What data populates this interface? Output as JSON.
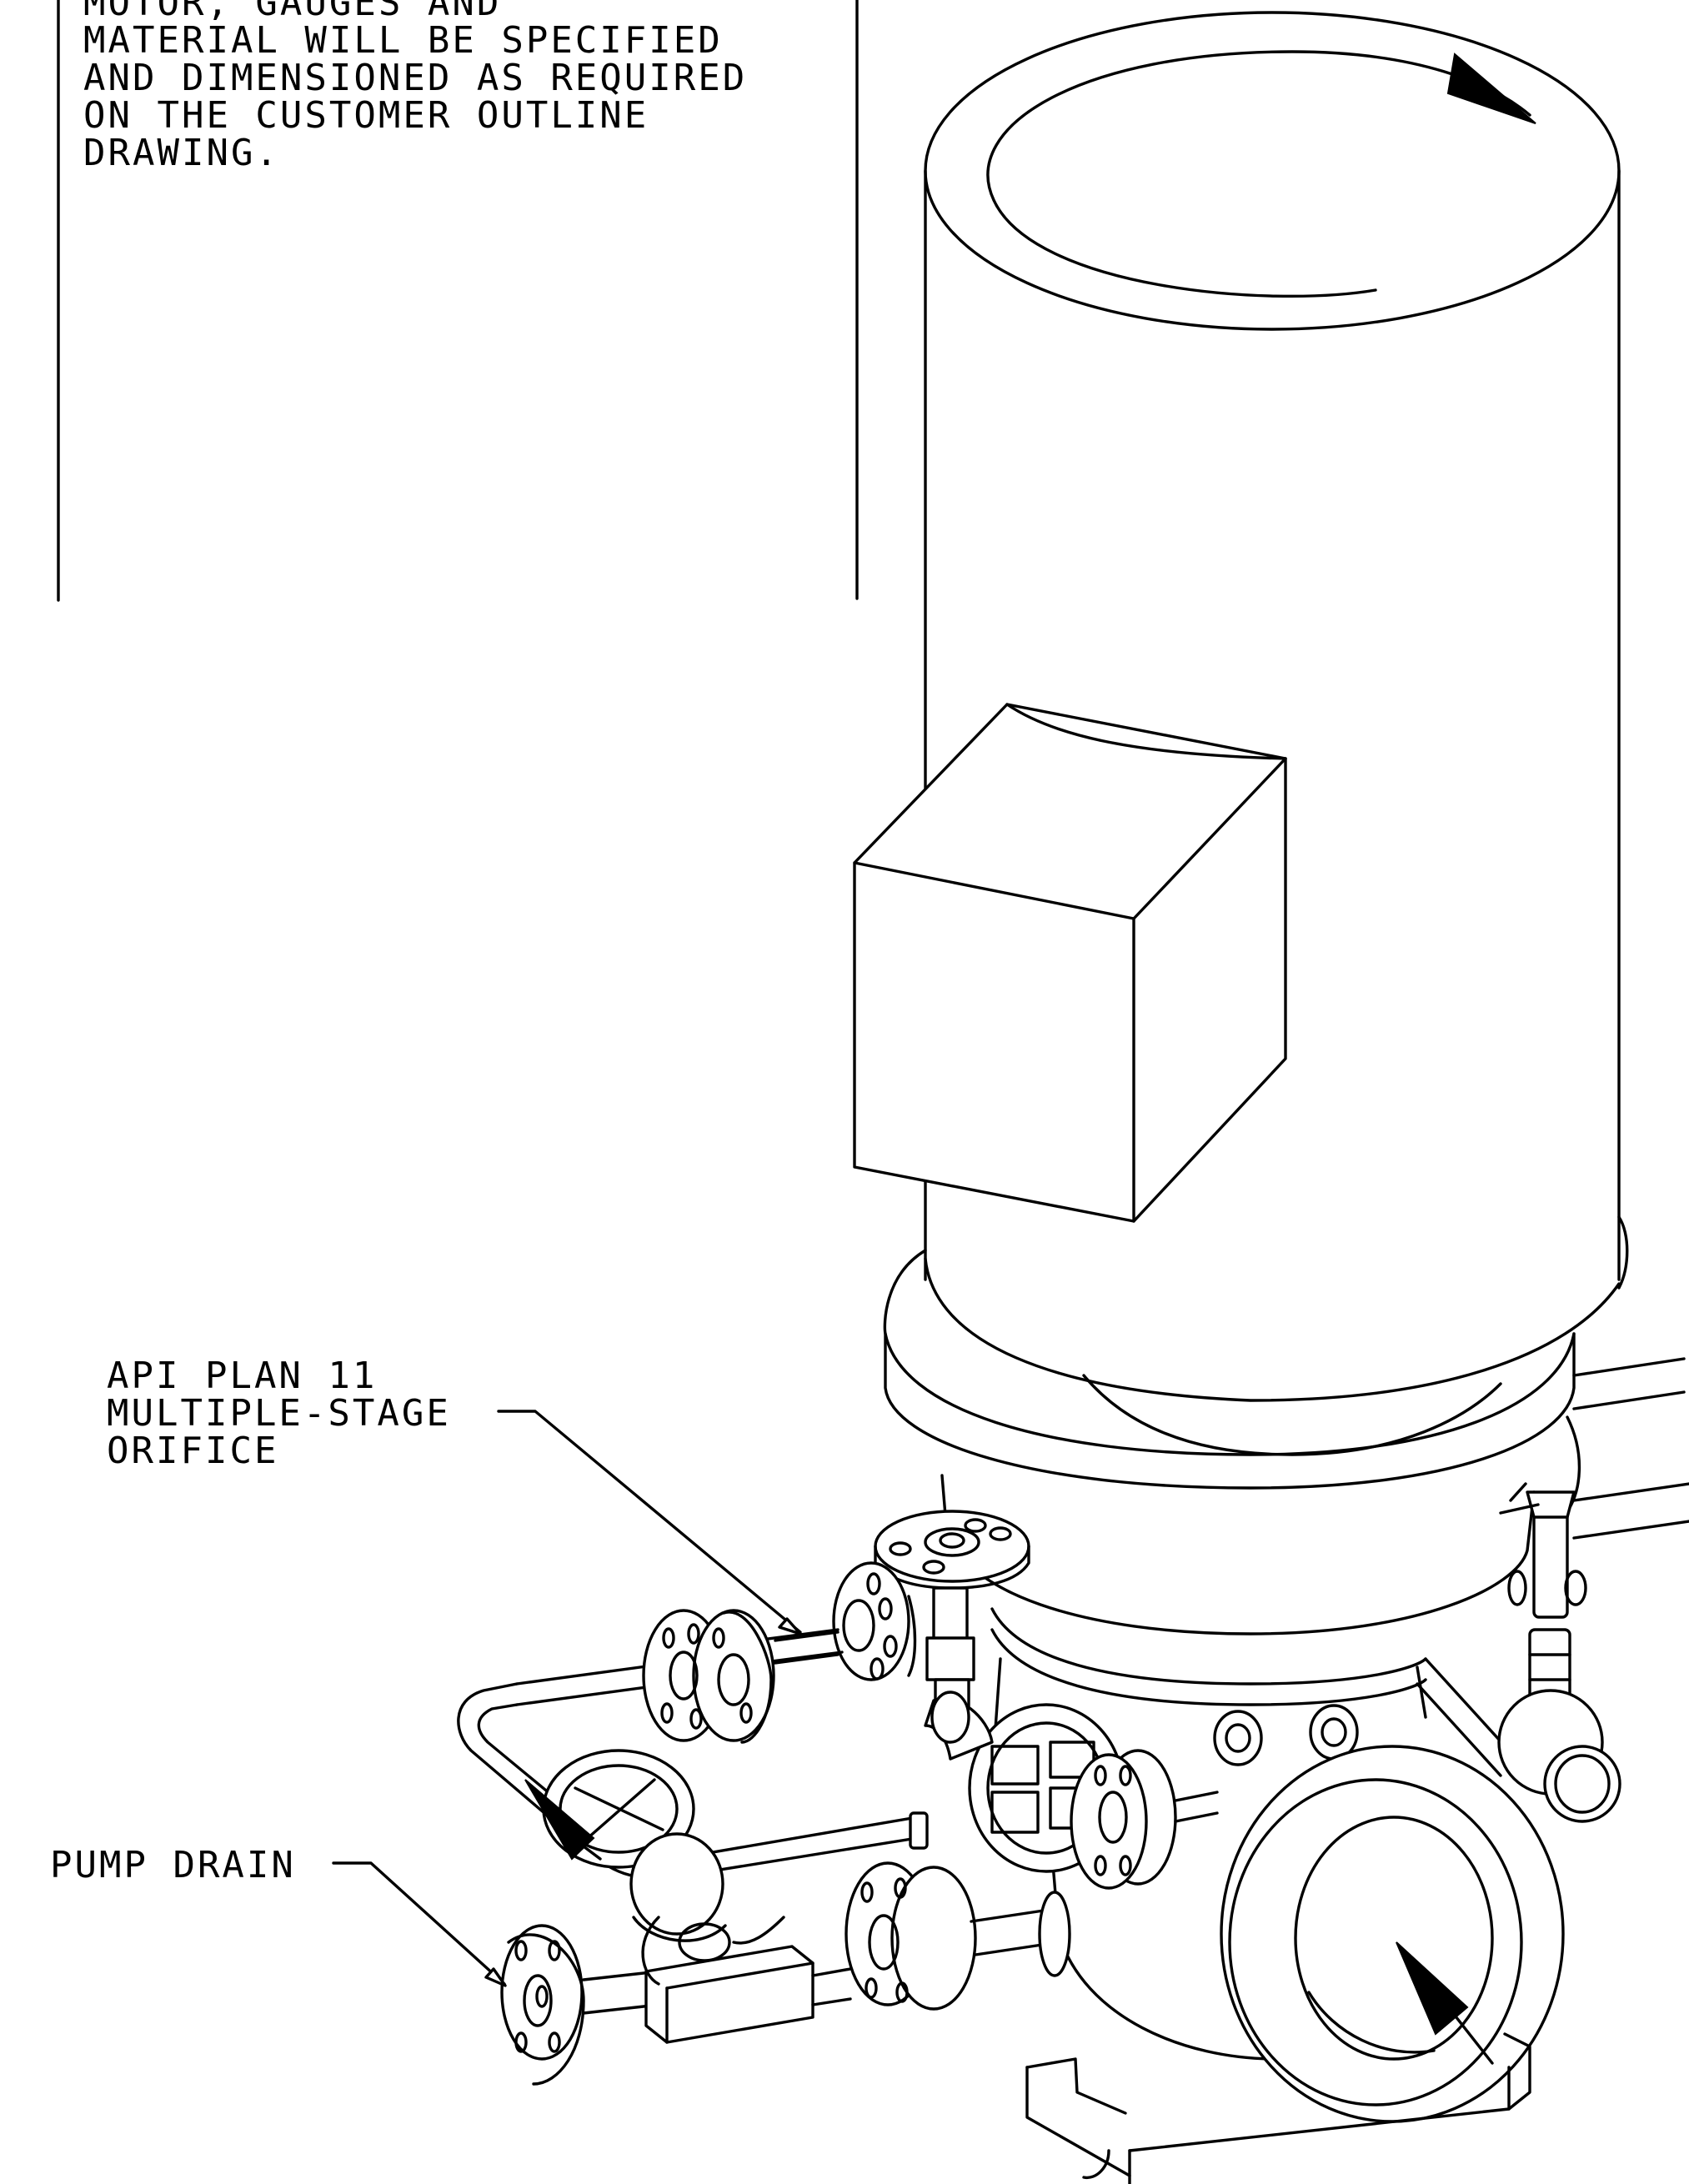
{
  "note": {
    "lines": [
      "MOTOR, GAUGES AND",
      "MATERIAL WILL BE SPECIFIED",
      "AND DIMENSIONED AS REQUIRED",
      "ON THE CUSTOMER OUTLINE",
      "DRAWING."
    ]
  },
  "callouts": {
    "orifice": {
      "lines": [
        "API PLAN 11",
        "MULTIPLE-STAGE",
        "ORIFICE"
      ]
    },
    "drain": {
      "lines": [
        "PUMP DRAIN"
      ]
    }
  },
  "colors": {
    "line": "#000000",
    "background": "#ffffff"
  }
}
